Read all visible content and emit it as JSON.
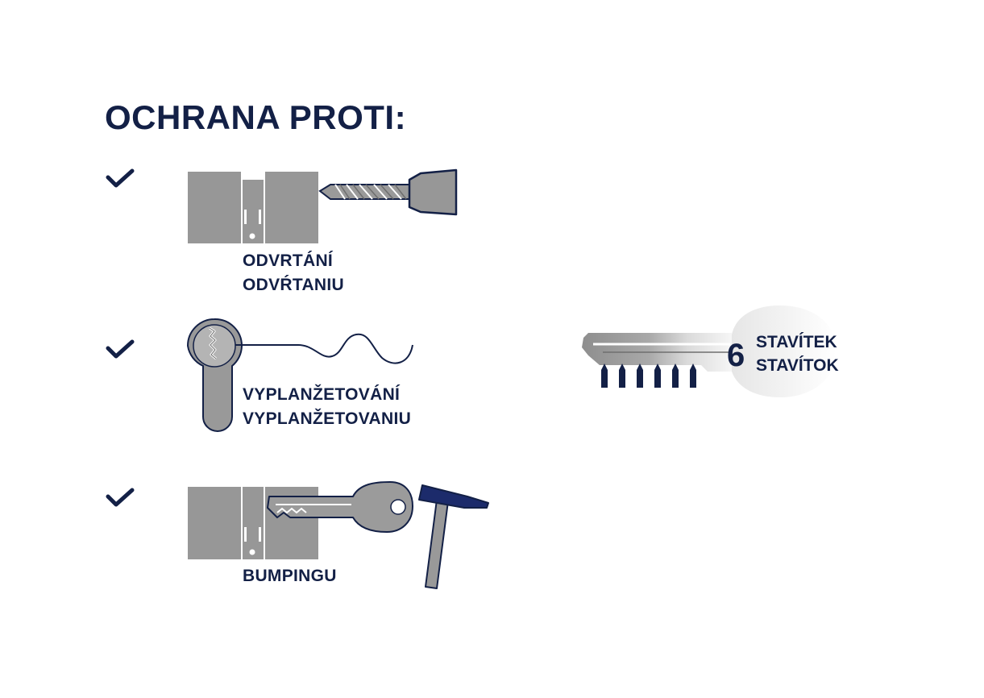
{
  "title": "OCHRANA PROTI:",
  "colors": {
    "navy": "#132046",
    "gray": "#979797",
    "gray_dark": "#7d7d7d",
    "hammer_blue": "#1c2b6b"
  },
  "items": [
    {
      "icon": "drill-cylinder-icon",
      "checked": true,
      "labels": [
        "ODVRTÁNÍ",
        "ODVŔTANIU"
      ]
    },
    {
      "icon": "lockpick-icon",
      "checked": true,
      "labels": [
        "VYPLANŽETOVÁNÍ",
        "VYPLANŽETOVANIU"
      ]
    },
    {
      "icon": "bump-key-hammer-icon",
      "checked": true,
      "labels": [
        "BUMPINGU"
      ]
    }
  ],
  "key": {
    "icon": "six-pin-key-icon",
    "pin_count": "6",
    "labels": [
      "STAVÍTEK",
      "STAVÍTOK"
    ]
  }
}
